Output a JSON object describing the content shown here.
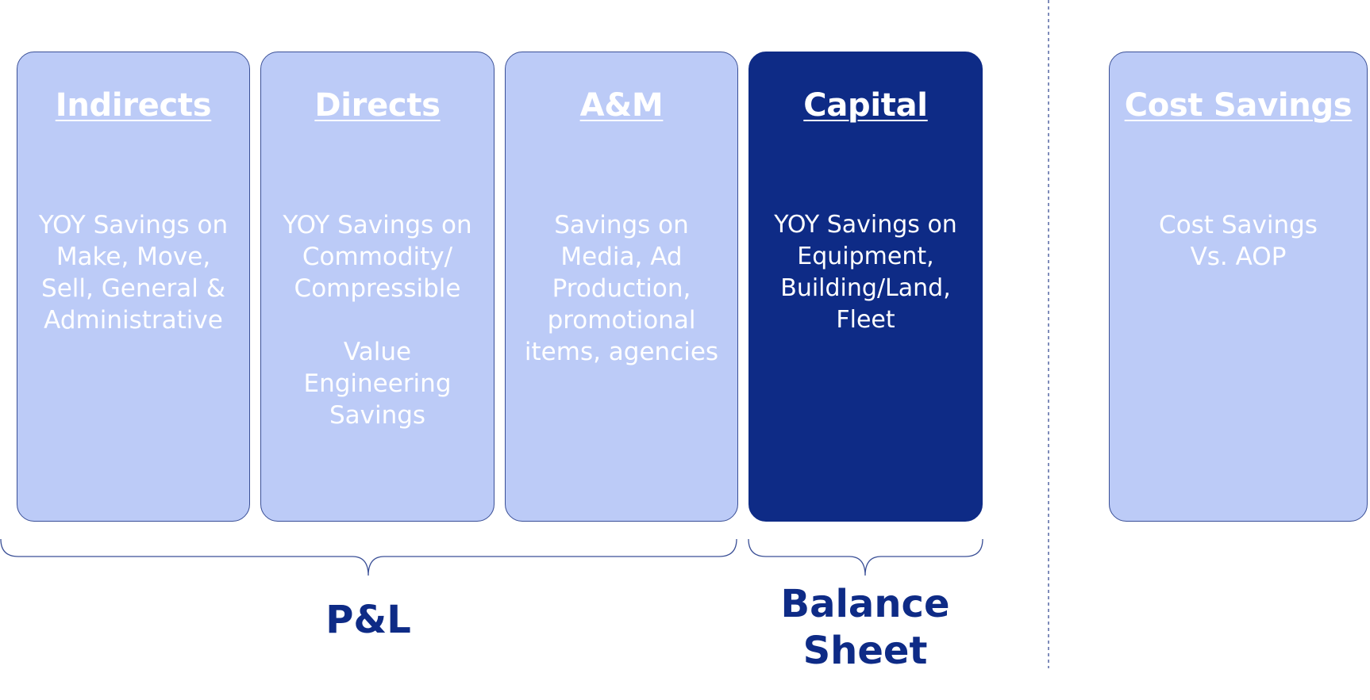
{
  "cards": [
    {
      "title": "Indirects",
      "body": "YOY Savings on\nMake, Move,\nSell, General &\nAdministrative"
    },
    {
      "title": "Directs",
      "body": "YOY Savings on\nCommodity/\nCompressible\n\nValue\nEngineering\nSavings"
    },
    {
      "title": "A&M",
      "body": "Savings on\nMedia, Ad\nProduction,\npromotional\nitems, agencies"
    },
    {
      "title": "Capital",
      "body": "YOY Savings on\nEquipment,\nBuilding/Land,\nFleet"
    },
    {
      "title": "Cost Savings",
      "body": "Cost Savings\nVs. AOP"
    }
  ],
  "groups": {
    "pl_label": "P&L",
    "balance_label": "Balance\nSheet"
  },
  "colors": {
    "card_light": "#bccbf7",
    "card_dark": "#0e2b86",
    "label_text": "#0e2b86",
    "outline": "#3a4f96"
  }
}
